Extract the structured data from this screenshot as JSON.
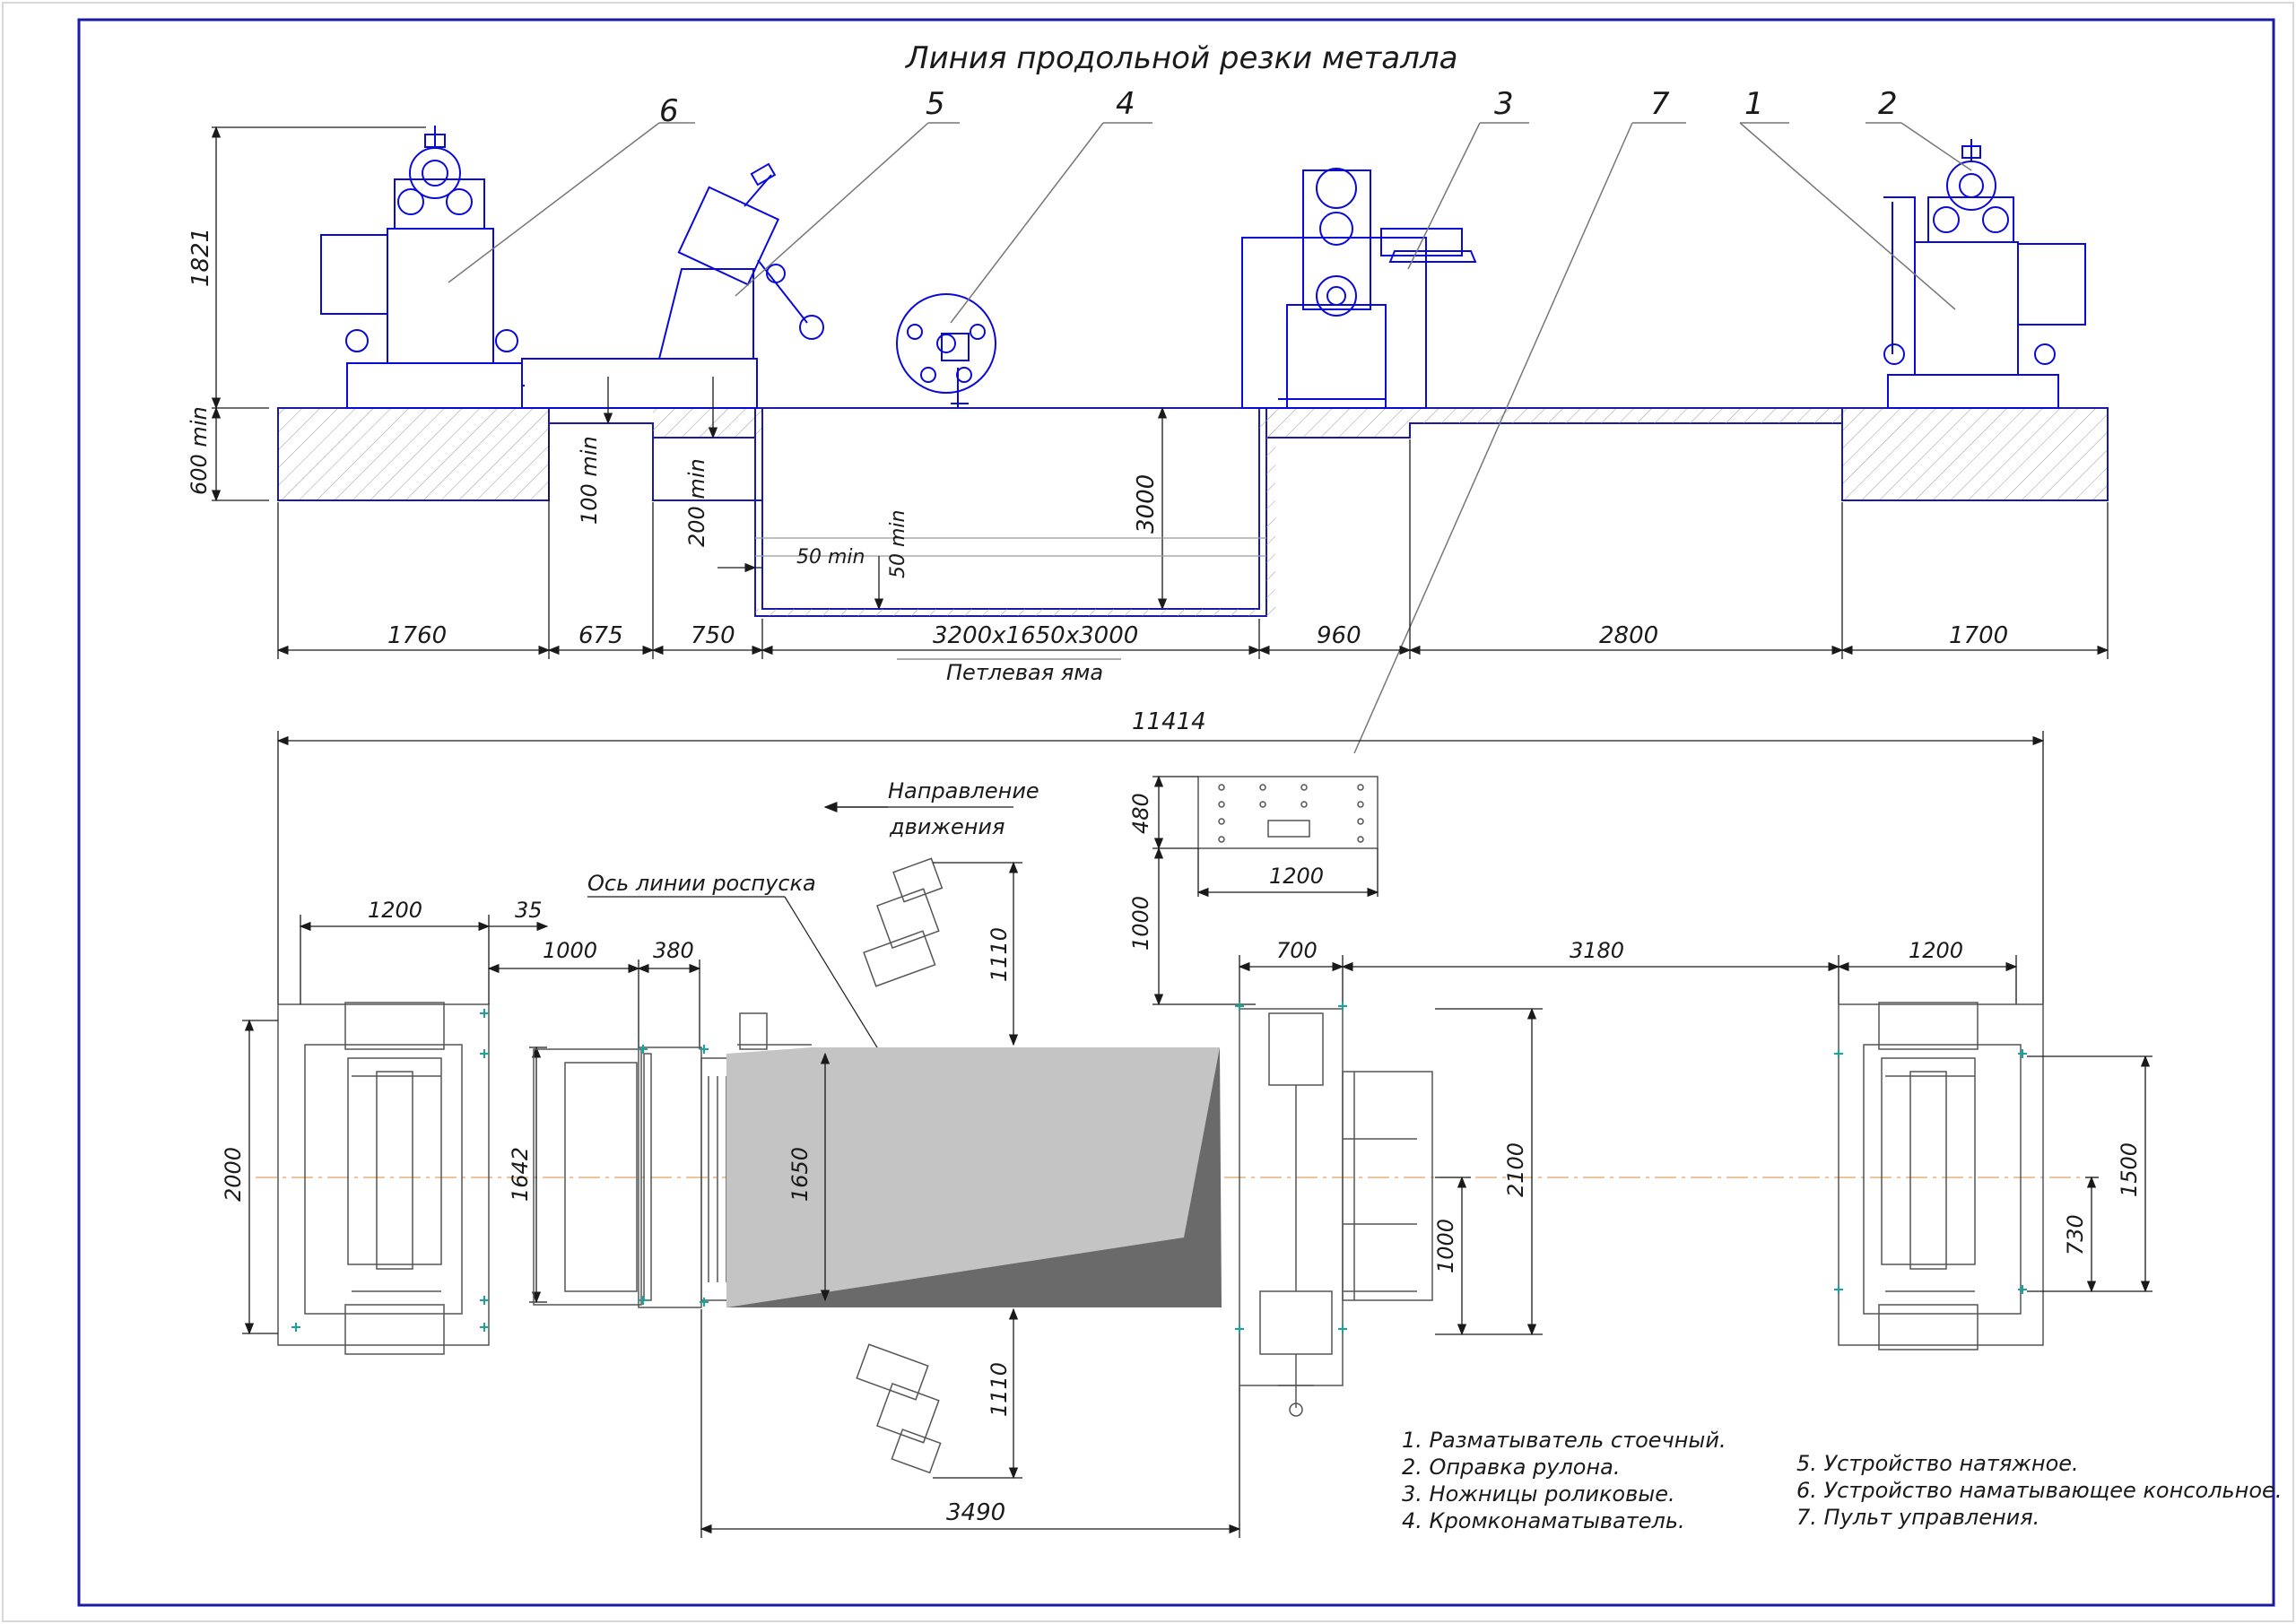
{
  "title": "Линия продольной резки металла",
  "callouts": [
    "6",
    "5",
    "4",
    "3",
    "7",
    "1",
    "2"
  ],
  "elevation_dims": {
    "height": "1821",
    "base": "600 min",
    "step1": "100 min",
    "step2": "200 min",
    "pit_depth": "3000",
    "pit_inner_h": "50 min",
    "pit_inner_v": "50 min",
    "bottom": [
      "1760",
      "675",
      "750",
      "3200x1650x3000",
      "960",
      "2800",
      "1700"
    ],
    "pit_caption": "Петлевая яма"
  },
  "plan_dims": {
    "overall": "11414",
    "console_h": "480",
    "console_w": "1200",
    "console_gap": "1000",
    "direction_label_1": "Направление",
    "direction_label_2": "движения",
    "axis_label": "Ось линии роспуска",
    "left_1200": "1200",
    "left_35": "35",
    "left_1000": "1000",
    "left_380": "380",
    "left_2000": "2000",
    "left_1642": "1642",
    "pit_1650": "1650",
    "top_1110": "1110",
    "bottom_1110": "1110",
    "w_3490": "3490",
    "r_700": "700",
    "r_3180": "3180",
    "r_1200": "1200",
    "r_2100": "2100",
    "r_1000": "1000",
    "r_1500": "1500",
    "r_730": "730"
  },
  "legend_left": [
    "1.  Разматыватель стоечный.",
    "2.  Оправка рулона.",
    "3.  Ножницы роликовые.",
    "4.  Кромконаматыватель."
  ],
  "legend_right": [
    "5.  Устройство натяжное.",
    "6.  Устройство наматывающее консольное.",
    "7.  Пульт управления."
  ],
  "colors": {
    "frame": "#1a1aa6",
    "machine": "#0a0ad8",
    "ink": "#1a1a1a",
    "pit_light": "#c4c4c4",
    "pit_dark": "#6a6a6a",
    "cross": "#1aa39a",
    "axis": "#e0a060"
  }
}
